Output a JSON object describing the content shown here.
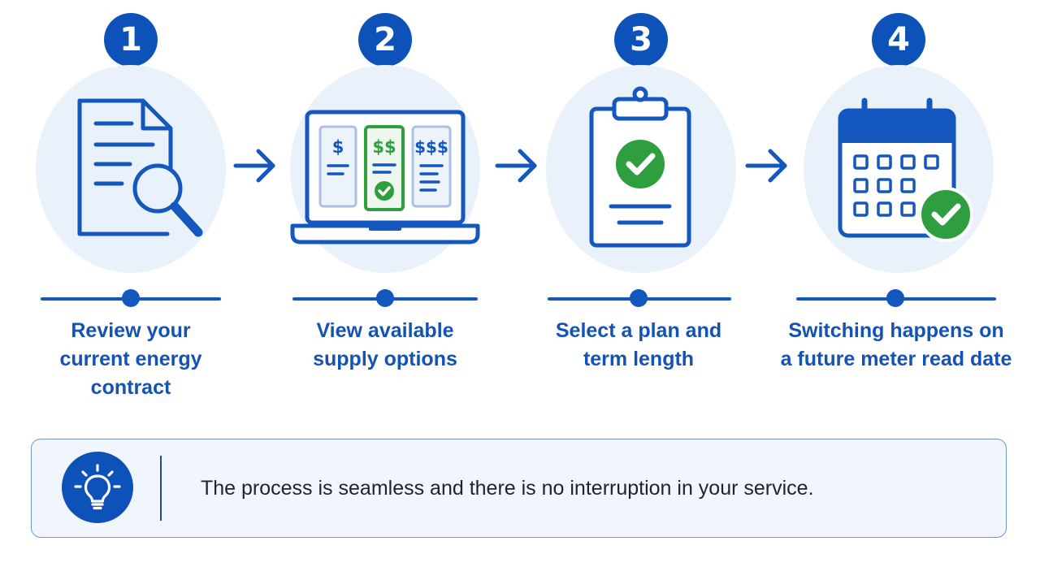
{
  "steps": [
    {
      "number": "1",
      "icon": "document-search-icon",
      "label": "Review your\ncurrent energy\ncontract"
    },
    {
      "number": "2",
      "icon": "laptop-price-options-icon",
      "label": "View available\nsupply options"
    },
    {
      "number": "3",
      "icon": "clipboard-check-icon",
      "label": "Select a plan and\nterm length"
    },
    {
      "number": "4",
      "icon": "calendar-check-icon",
      "label": "Switching happens on\na future meter read date"
    }
  ],
  "laptop_cards": {
    "low": "$",
    "mid": "$$",
    "high": "$$$"
  },
  "note": {
    "icon": "lightbulb-icon",
    "text": "The process is seamless and there is no interruption in your service."
  },
  "colors": {
    "primary_blue": "#0d52b8",
    "check_green": "#2e9e3e",
    "circle_bg": "#e9f1fa",
    "label_blue": "#1452b4"
  }
}
